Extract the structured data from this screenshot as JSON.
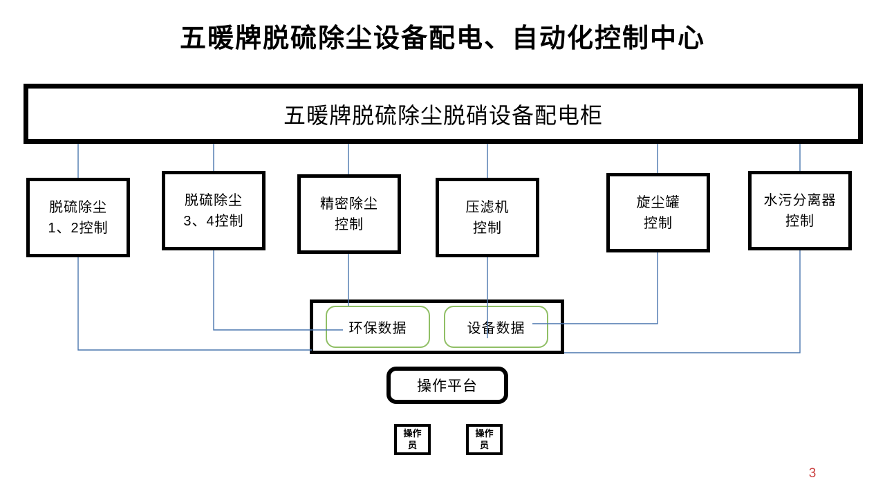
{
  "slide": {
    "title": "五暖牌脱硫除尘设备配电、自动化控制中心",
    "page_number": "3"
  },
  "cabinet": {
    "label": "五暖牌脱硫除尘脱硝设备配电柜"
  },
  "control_units": [
    {
      "line1": "脱硫除尘",
      "line2": "1、2控制"
    },
    {
      "line1": "脱硫除尘",
      "line2": "3、4控制"
    },
    {
      "line1": "精密除尘",
      "line2": "控制"
    },
    {
      "line1": "压滤机",
      "line2": "控制"
    },
    {
      "line1": "旋尘罐",
      "line2": "控制"
    },
    {
      "line1": "水污分离器",
      "line2": "控制"
    }
  ],
  "data_panel": {
    "items": [
      {
        "label": "环保数据"
      },
      {
        "label": "设备数据"
      }
    ]
  },
  "platform": {
    "label": "操作平台"
  },
  "operators": [
    {
      "label": "操作员"
    },
    {
      "label": "操作员"
    }
  ],
  "colors": {
    "connector": "#4a76ae",
    "data_item_border": "#90bf65",
    "box_border": "#000000",
    "page_number": "#cc4444"
  }
}
